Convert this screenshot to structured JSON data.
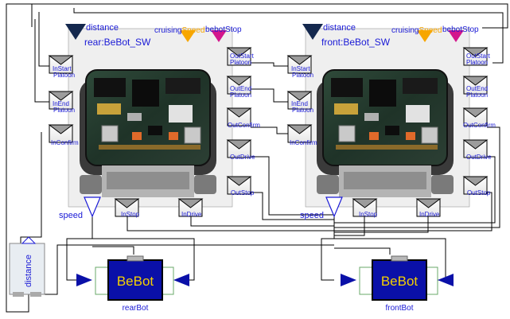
{
  "components": {
    "rear": {
      "name": "rear:BeBot_SW",
      "top": {
        "distance": "distance",
        "cruising_a": "cruising",
        "cruising_b": "Speed",
        "stop_a": "bebot",
        "stop_b": "Stop"
      },
      "left_ports": [
        [
          "In",
          "Start",
          "Platoon"
        ],
        [
          "In",
          "End",
          "Platoon"
        ],
        [
          "InConfirm"
        ]
      ],
      "right_ports": [
        [
          "Out",
          "Start",
          "Platoon"
        ],
        [
          "Out",
          "End",
          "Platoon"
        ],
        [
          "OutConfirm"
        ],
        [
          "OutDrive"
        ],
        [
          "OutStop"
        ]
      ],
      "bottom": {
        "speed": "speed",
        "in_stop": "InStop",
        "in_drive": "InDrive"
      }
    },
    "front": {
      "name": "front:BeBot_SW",
      "top": {
        "distance": "distance",
        "cruising_a": "cruising",
        "cruising_b": "Speed",
        "stop_a": "bebot",
        "stop_b": "Stop"
      },
      "left_ports": [
        [
          "In",
          "Start",
          "Platoon"
        ],
        [
          "In",
          "End",
          "Platoon"
        ],
        [
          "InConfirm"
        ]
      ],
      "right_ports": [
        [
          "Out",
          "Start",
          "Platoon"
        ],
        [
          "Out",
          "End",
          "Platoon"
        ],
        [
          "OutConfirm"
        ],
        [
          "OutDrive"
        ],
        [
          "OutStop"
        ]
      ],
      "bottom": {
        "speed": "speed",
        "in_stop": "InStop",
        "in_drive": "InDrive"
      }
    }
  },
  "sensor": {
    "label": "distance"
  },
  "robots": {
    "rear": {
      "block_label": "BeBot",
      "caption": "rearBot"
    },
    "front": {
      "block_label": "BeBot",
      "caption": "frontBot"
    }
  },
  "colors": {
    "label": "#1a1ad6",
    "distance_port": "#14284e",
    "speed_port": "#f7a600",
    "stop_port": "#d3168c",
    "block_fill": "#0a10a8",
    "block_text": "#f5d000",
    "port_fill": "#e8e8e8"
  }
}
